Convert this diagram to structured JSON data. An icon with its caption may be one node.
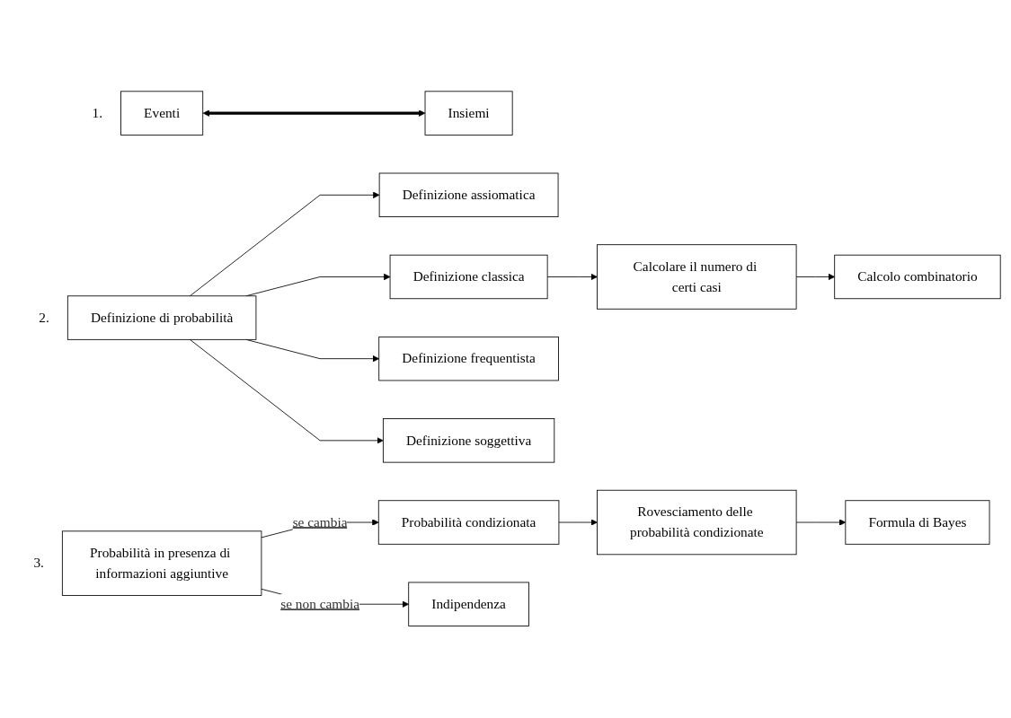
{
  "diagram": {
    "nodes": [
      {
        "text": [
          "Eventi"
        ],
        "beside": [
          "1."
        ]
      },
      {
        "text": [
          "Insiemi"
        ]
      },
      {
        "text": [
          "Definizione di probabilità"
        ],
        "beside": [
          "2."
        ]
      },
      {
        "text": [
          "Definizione assiomatica"
        ]
      },
      {
        "text": [
          "Definizione classica"
        ]
      },
      {
        "text": [
          "Calcolare il numero di certi casi"
        ]
      },
      {
        "text": [
          "Definizione frequentista"
        ]
      },
      {
        "text": [
          "Definizione soggettiva"
        ]
      },
      {
        "text": [
          "Calcolo combinatorio"
        ]
      },
      {
        "text": [
          "Probabilità in presenza di informazioni aggiuntive"
        ],
        "beside": [
          "3."
        ]
      },
      {
        "text": [
          "Probabilità condizionata"
        ]
      },
      {
        "text": [
          "Indipendenza"
        ]
      },
      {
        "text": [
          "Rovesciamento delle probabilità condizionate"
        ]
      },
      {
        "text": [
          "Formula di Bayes"
        ]
      }
    ],
    "edges": [
      {
        "from": 0,
        "to": 1,
        "arrow": "both",
        "style": "thick"
      },
      {
        "from": 2,
        "to": 3,
        "arrow": "to"
      },
      {
        "from": 2,
        "to": 4,
        "arrow": "to"
      },
      {
        "from": 2,
        "to": 6,
        "arrow": "to"
      },
      {
        "from": 2,
        "to": 7,
        "arrow": "to"
      },
      {
        "from": 4,
        "to": 5,
        "arrow": "to"
      },
      {
        "from": 5,
        "to": 8,
        "arrow": "to"
      },
      {
        "from": 9,
        "to": 10,
        "arrow": "to",
        "label": "se cambia"
      },
      {
        "from": 9,
        "to": 11,
        "arrow": "to",
        "label": "se non cambia"
      },
      {
        "from": 10,
        "to": 12,
        "arrow": "to"
      },
      {
        "from": 12,
        "to": 13,
        "arrow": "to"
      }
    ]
  }
}
